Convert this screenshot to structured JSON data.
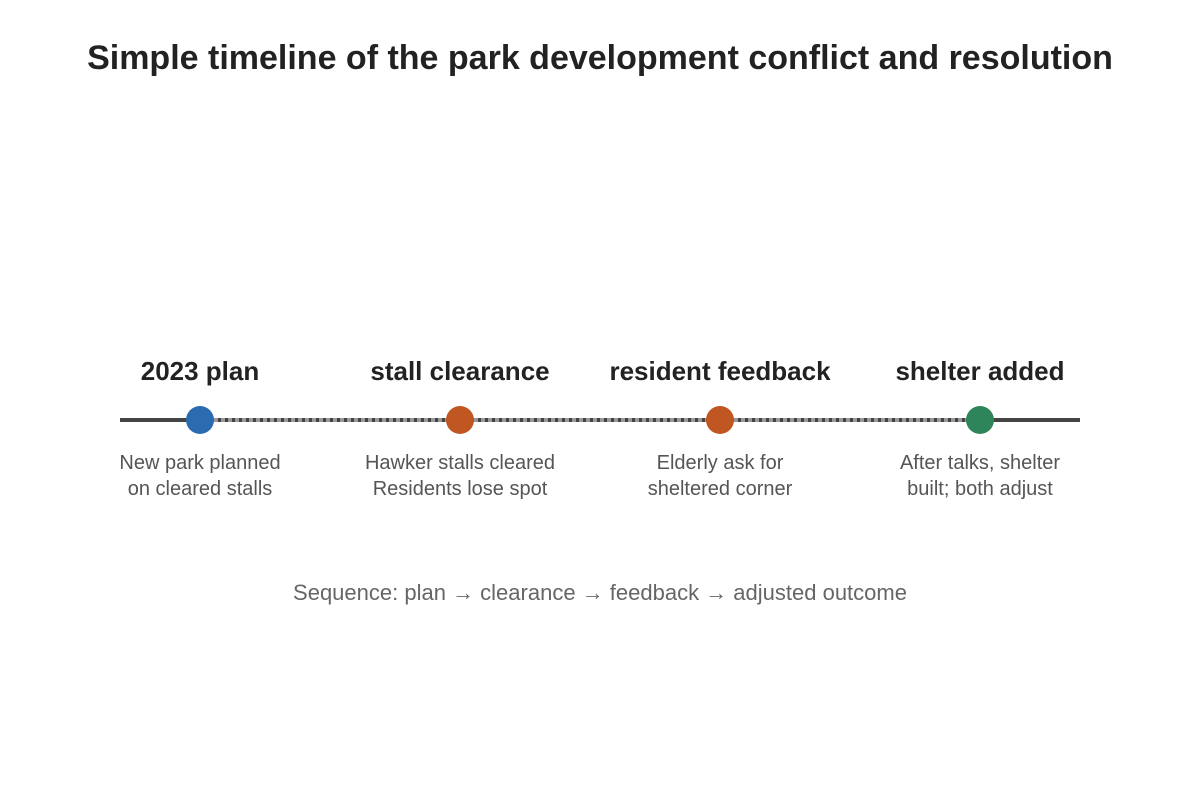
{
  "title": "Simple timeline of the park development conflict and resolution",
  "milestones": [
    {
      "label": "2023 plan",
      "line1": "New park planned",
      "line2": "on cleared stalls",
      "color": "#2b6cb0"
    },
    {
      "label": "stall clearance",
      "line1": "Hawker stalls cleared",
      "line2": "Residents lose spot",
      "color": "#c05621"
    },
    {
      "label": "resident feedback",
      "line1": "Elderly ask for",
      "line2": "sheltered corner",
      "color": "#c05621"
    },
    {
      "label": "shelter added",
      "line1": "After talks, shelter",
      "line2": "built; both adjust",
      "color": "#2f855a"
    }
  ],
  "sequence": "Sequence: plan → clearance → feedback → adjusted outcome",
  "colors": {
    "axis": "#444444",
    "dash": "#999999"
  }
}
